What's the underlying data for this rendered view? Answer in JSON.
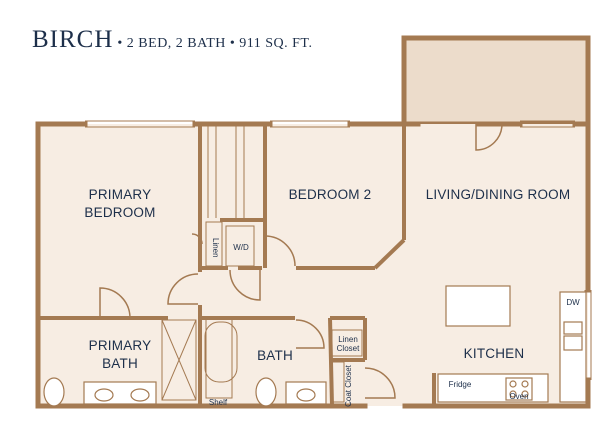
{
  "plan": {
    "name": "BIRCH",
    "meta": "• 2 BED, 2 BATH • 911 SQ. FT."
  },
  "rooms": {
    "primary_bedroom": "PRIMARY BEDROOM",
    "bedroom_2": "BEDROOM 2",
    "living_dining": "LIVING/DINING ROOM",
    "primary_bath": "PRIMARY BATH",
    "bath": "BATH",
    "kitchen": "KITCHEN"
  },
  "labels": {
    "linen_vertical": "Linen",
    "wd": "W/D",
    "linen_closet": "Linen Closet",
    "coat_closet": "Coat Closet",
    "shelf": "Shelf",
    "fridge": "Fridge",
    "oven": "Oven",
    "dw": "DW"
  },
  "colors": {
    "wall": "#a47a52",
    "floor": "#f7ede3",
    "patio": "#ecdccb",
    "text": "#1d2f4a"
  }
}
